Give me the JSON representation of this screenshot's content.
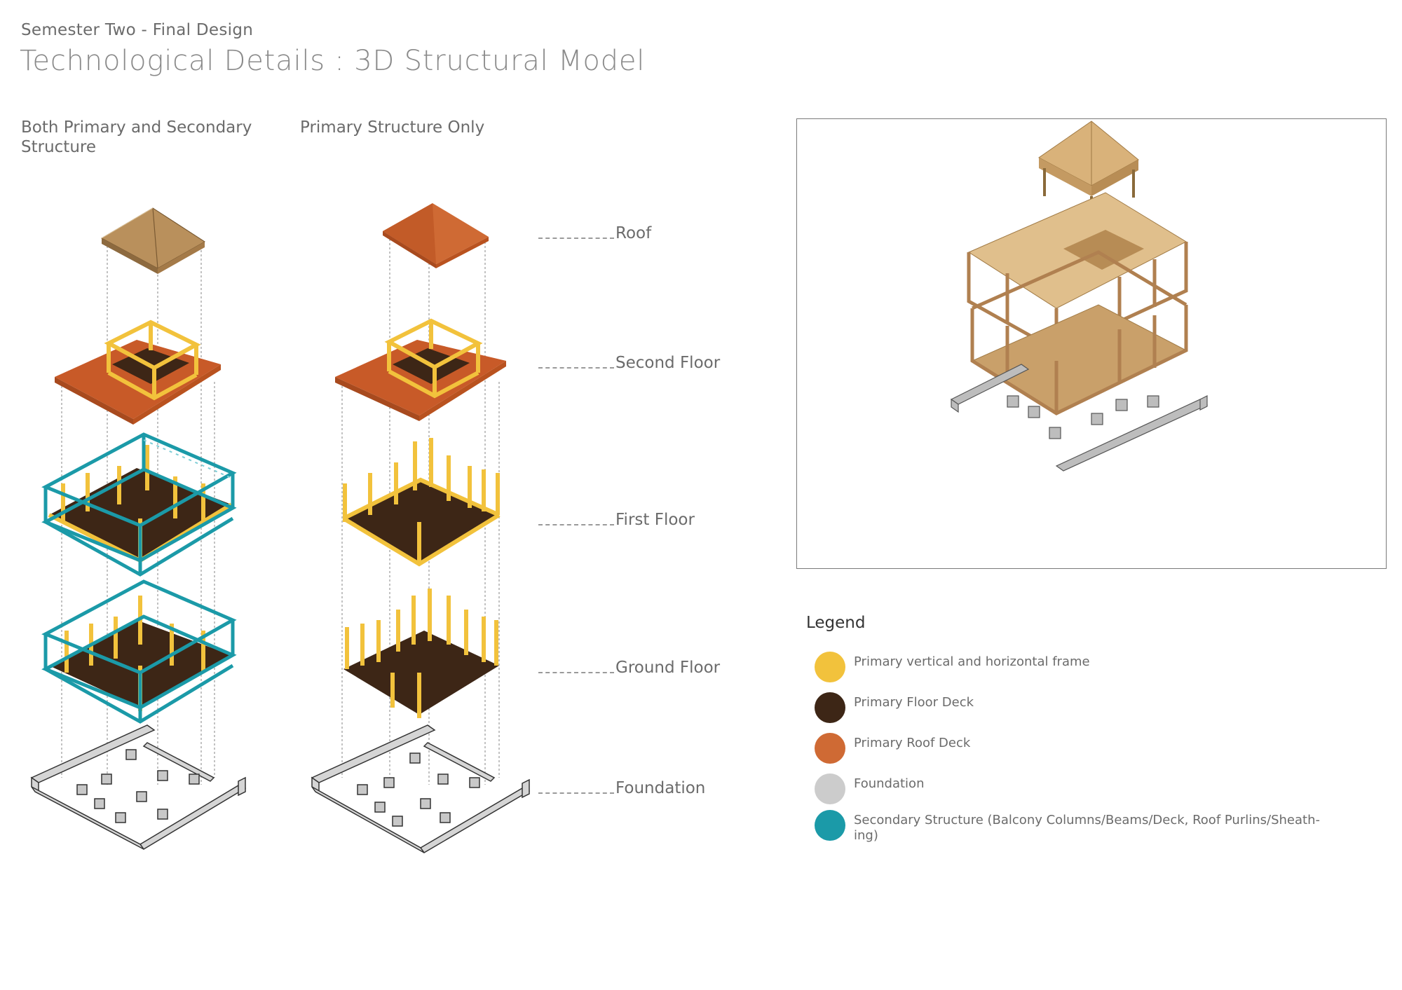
{
  "header": {
    "subtitle": "Semester Two - Final Design",
    "title": "Technological Details : 3D Structural Model"
  },
  "columns": {
    "left": "Both Primary and Secondary Structure",
    "middle": "Primary Structure Only"
  },
  "levels": [
    "Roof",
    "Second Floor",
    "First Floor",
    "Ground Floor",
    "Foundation"
  ],
  "legend": {
    "title": "Legend",
    "items": [
      {
        "label": "Primary vertical and horizontal frame",
        "color": "#f2c23c"
      },
      {
        "label": "Primary Floor Deck",
        "color": "#3d2616"
      },
      {
        "label": "Primary Roof Deck",
        "color": "#cf6a34"
      },
      {
        "label": "Foundation",
        "color": "#cccccc"
      },
      {
        "label": "Secondary Structure (Balcony Columns/Beams/Deck, Roof Purlins/Sheath-ing)",
        "color": "#1b9aa8"
      }
    ]
  },
  "colors": {
    "frame": "#f2c23c",
    "floor_deck": "#3d2616",
    "roof_deck": "#cf6a34",
    "foundation": "#cccccc",
    "secondary": "#1b9aa8",
    "timber": "#d9b27a"
  }
}
